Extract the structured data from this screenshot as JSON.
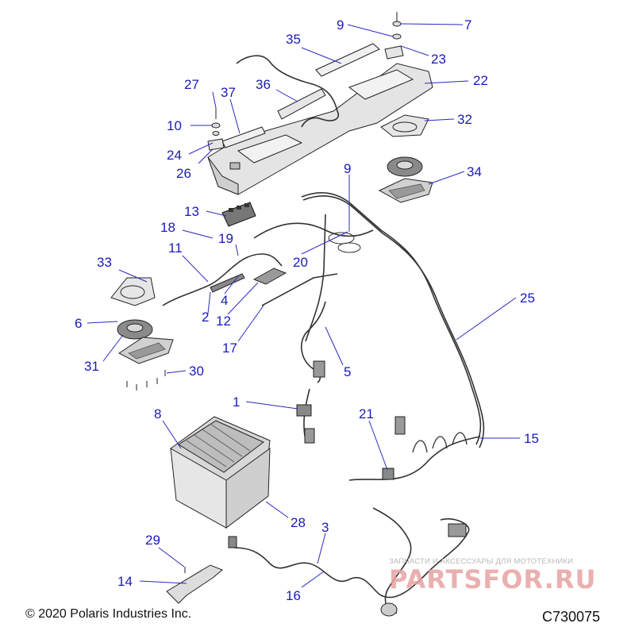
{
  "diagram": {
    "callouts": [
      {
        "id": "7",
        "label": "7"
      },
      {
        "id": "9a",
        "label": "9"
      },
      {
        "id": "35",
        "label": "35"
      },
      {
        "id": "23",
        "label": "23"
      },
      {
        "id": "22",
        "label": "22"
      },
      {
        "id": "27",
        "label": "27"
      },
      {
        "id": "37",
        "label": "37"
      },
      {
        "id": "36",
        "label": "36"
      },
      {
        "id": "10",
        "label": "10"
      },
      {
        "id": "32",
        "label": "32"
      },
      {
        "id": "24",
        "label": "24"
      },
      {
        "id": "26",
        "label": "26"
      },
      {
        "id": "9b",
        "label": "9"
      },
      {
        "id": "34",
        "label": "34"
      },
      {
        "id": "13",
        "label": "13"
      },
      {
        "id": "18",
        "label": "18"
      },
      {
        "id": "19",
        "label": "19"
      },
      {
        "id": "11",
        "label": "11"
      },
      {
        "id": "20",
        "label": "20"
      },
      {
        "id": "33",
        "label": "33"
      },
      {
        "id": "4",
        "label": "4"
      },
      {
        "id": "25",
        "label": "25"
      },
      {
        "id": "2",
        "label": "2"
      },
      {
        "id": "12",
        "label": "12"
      },
      {
        "id": "6",
        "label": "6"
      },
      {
        "id": "17",
        "label": "17"
      },
      {
        "id": "31",
        "label": "31"
      },
      {
        "id": "5",
        "label": "5"
      },
      {
        "id": "30",
        "label": "30"
      },
      {
        "id": "1",
        "label": "1"
      },
      {
        "id": "8",
        "label": "8"
      },
      {
        "id": "21",
        "label": "21"
      },
      {
        "id": "15",
        "label": "15"
      },
      {
        "id": "28",
        "label": "28"
      },
      {
        "id": "3",
        "label": "3"
      },
      {
        "id": "29",
        "label": "29"
      },
      {
        "id": "14",
        "label": "14"
      },
      {
        "id": "16",
        "label": "16"
      }
    ]
  },
  "footer": {
    "copyright": "© 2020 Polaris Industries Inc.",
    "drawing_id": "C730075"
  },
  "watermark": {
    "tagline": "ЗАПЧАСТИ И АКСЕССУАРЫ ДЛЯ МОТОТЕХНИКИ",
    "brand": "PARTSFOR.RU"
  },
  "colors": {
    "callout_text": "#1a1ab8",
    "leader_line": "#2a2ac0",
    "part_fill": "#e9e9e9",
    "watermark": "#e7a3a3"
  }
}
